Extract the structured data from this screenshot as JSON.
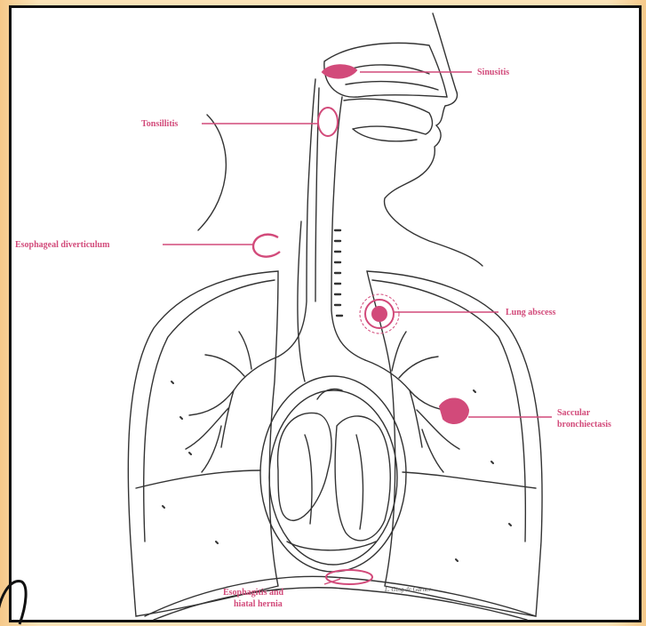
{
  "diagram": {
    "labels": {
      "sinusitis": "Sinusitis",
      "tonsillitis": "Tonsillitis",
      "esophageal_diverticulum": "Esophageal diverticulum",
      "lung_abscess": "Lung abscess",
      "saccular_line1": "Saccular",
      "saccular_line2": "bronchiectasis",
      "esophagitis_line1": "Esophagitis and",
      "esophagitis_line2": "hiatal hernia",
      "signature": "L. Ging de Garner"
    },
    "colors": {
      "pathology": "#d24a7a",
      "line_art": "#333333",
      "background": "#fbe3b8"
    }
  }
}
